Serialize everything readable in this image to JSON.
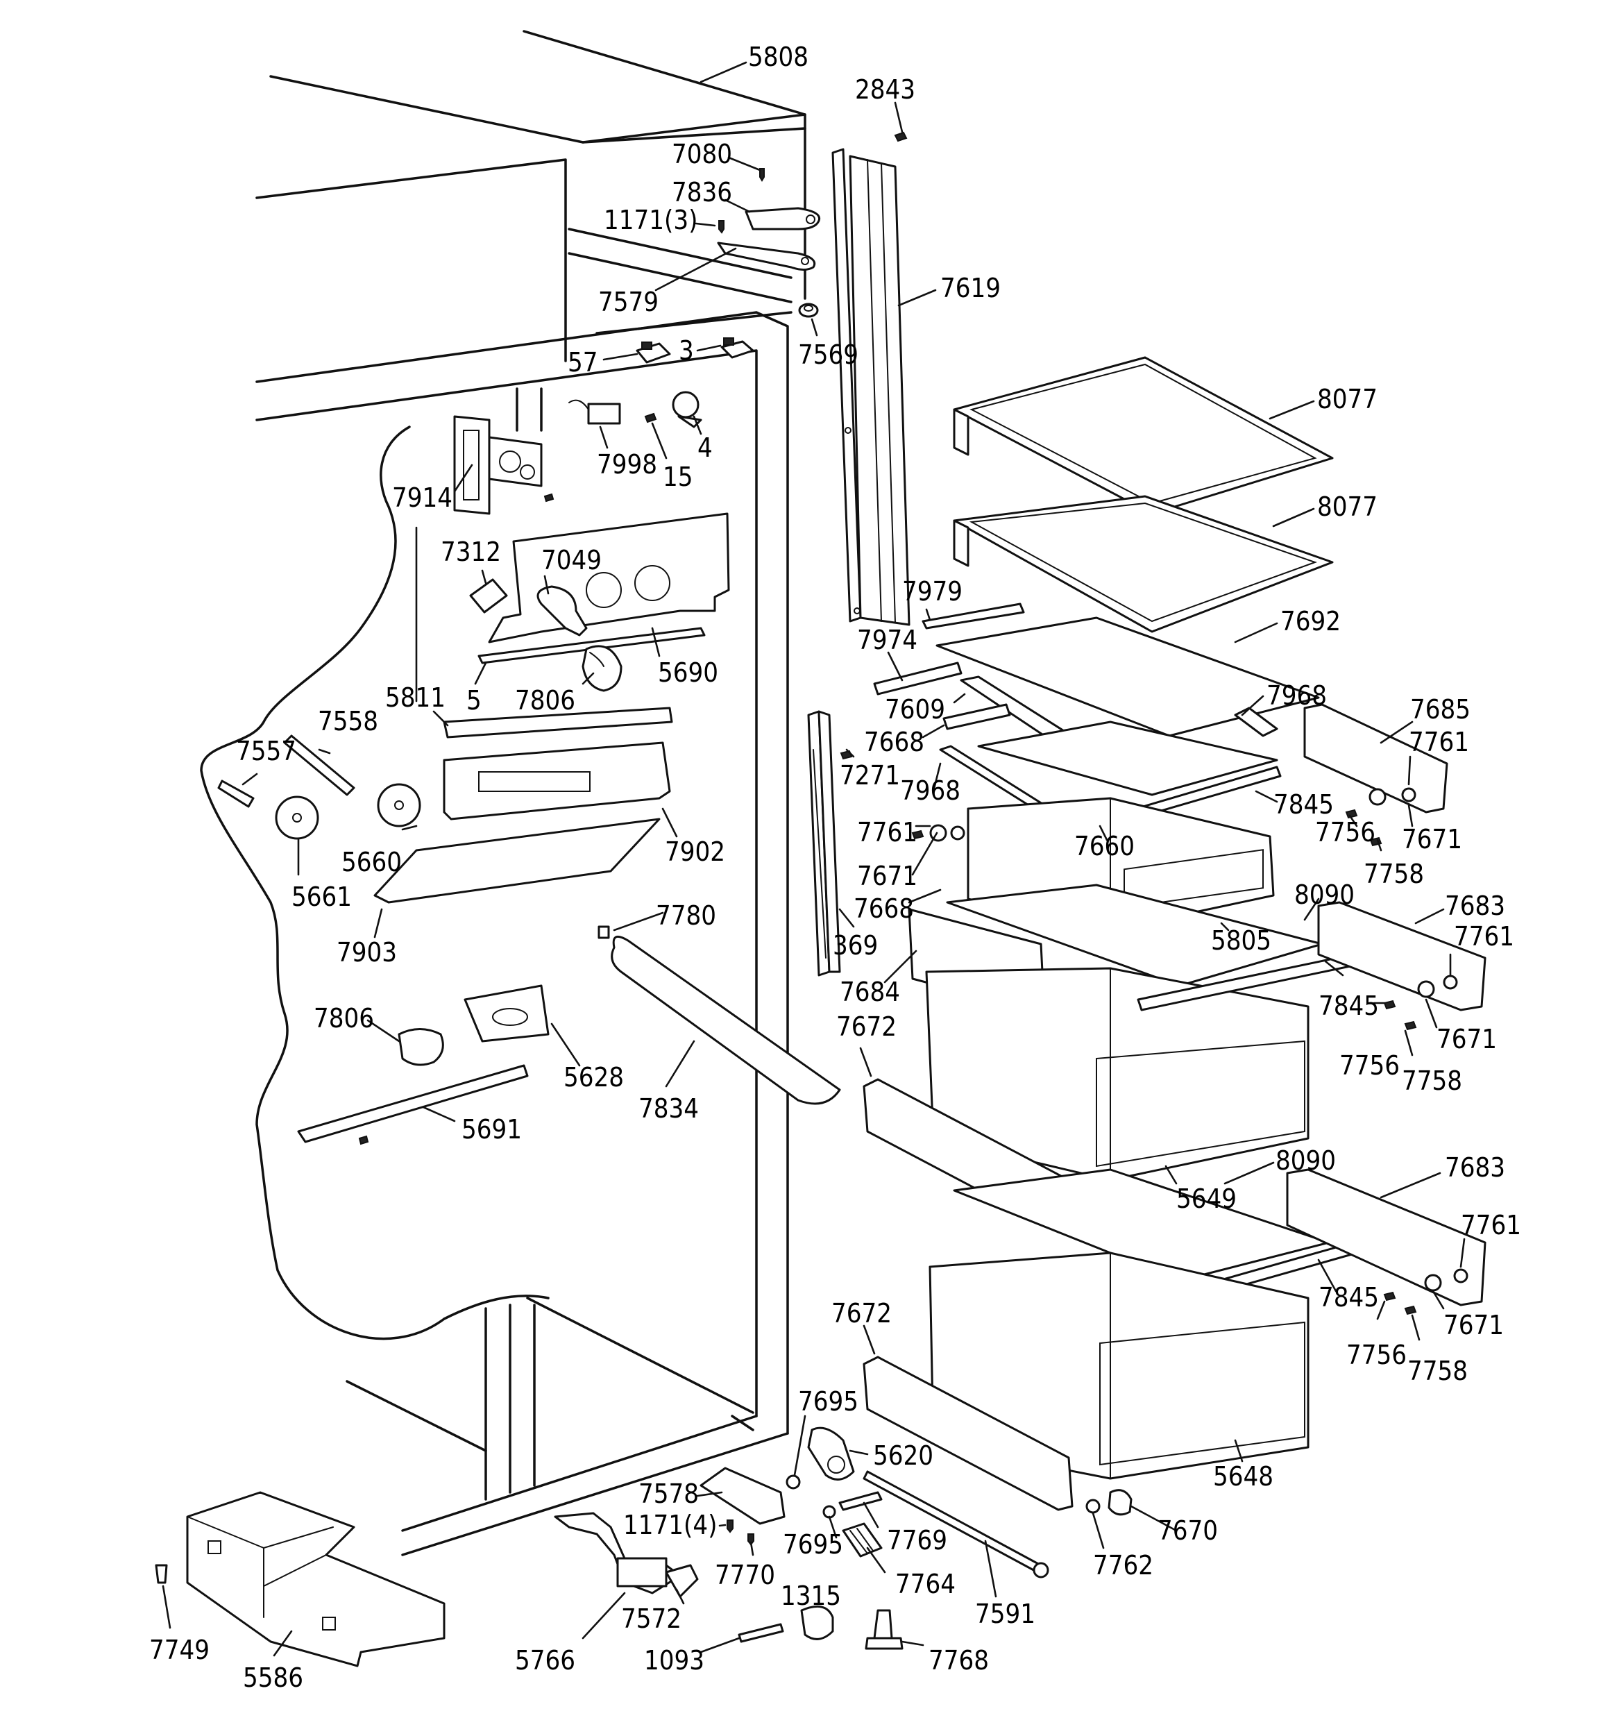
{
  "labels": {
    "l5808": "5808",
    "l2843": "2843",
    "l7080": "7080",
    "l7836": "7836",
    "l1171a": "1171(3)",
    "l7579": "7579",
    "l7619": "7619",
    "l7569": "7569",
    "l57": "57",
    "l3": "3",
    "l8077a": "8077",
    "l8077b": "8077",
    "l7998": "7998",
    "l15": "15",
    "l4": "4",
    "l7914": "7914",
    "l7312": "7312",
    "l7049": "7049",
    "l7979": "7979",
    "l7692": "7692",
    "l7974": "7974",
    "l5811": "5811",
    "l5": "5",
    "l7806a": "7806",
    "l5690": "5690",
    "l7609": "7609",
    "l7968a": "7968",
    "l7685": "7685",
    "l7668a": "7668",
    "l7761a": "7761",
    "l7558": "7558",
    "l7557": "7557",
    "l7271": "7271",
    "l7968b": "7968",
    "l7845a": "7845",
    "l7756a": "7756",
    "l7671a": "7671",
    "l7761b": "7761",
    "l7660": "7660",
    "l7758a": "7758",
    "l5660": "5660",
    "l7902": "7902",
    "l7671b": "7671",
    "l5661": "5661",
    "l7668b": "7668",
    "l8090a": "8090",
    "l7683a": "7683",
    "l7780": "7780",
    "l5805": "5805",
    "l7761c": "7761",
    "l369": "369",
    "l7903": "7903",
    "l7684": "7684",
    "l7845b": "7845",
    "l7672a": "7672",
    "l7756b": "7756",
    "l7671c": "7671",
    "l7806b": "7806",
    "l5628": "5628",
    "l7834": "7834",
    "l7758b": "7758",
    "l5691": "5691",
    "l8090b": "8090",
    "l7683b": "7683",
    "l5649": "5649",
    "l7761d": "7761",
    "l7845c": "7845",
    "l7672b": "7672",
    "l7671d": "7671",
    "l7756c": "7756",
    "l7758c": "7758",
    "l7695a": "7695",
    "l5620": "5620",
    "l5648": "5648",
    "l7578": "7578",
    "l1171b": "1171(4)",
    "l7670": "7670",
    "l7695b": "7695",
    "l7769": "7769",
    "l7762": "7762",
    "l7770": "7770",
    "l1315": "1315",
    "l7764": "7764",
    "l7591": "7591",
    "l7572": "7572",
    "l5766": "5766",
    "l1093": "1093",
    "l7768": "7768",
    "l7749": "7749",
    "l5586": "5586"
  }
}
